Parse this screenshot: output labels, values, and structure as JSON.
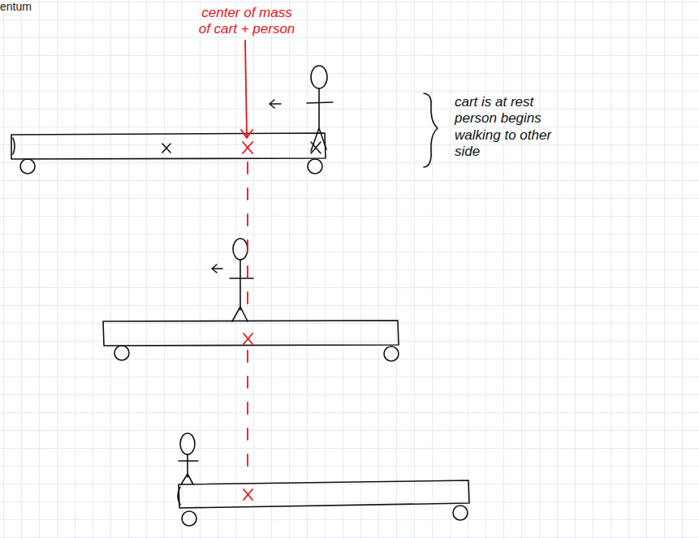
{
  "diagram": {
    "labels": [
      "entum",
      "center of mass of cart + person",
      "cart is at rest person begins walking to other side"
    ]
  }
}
